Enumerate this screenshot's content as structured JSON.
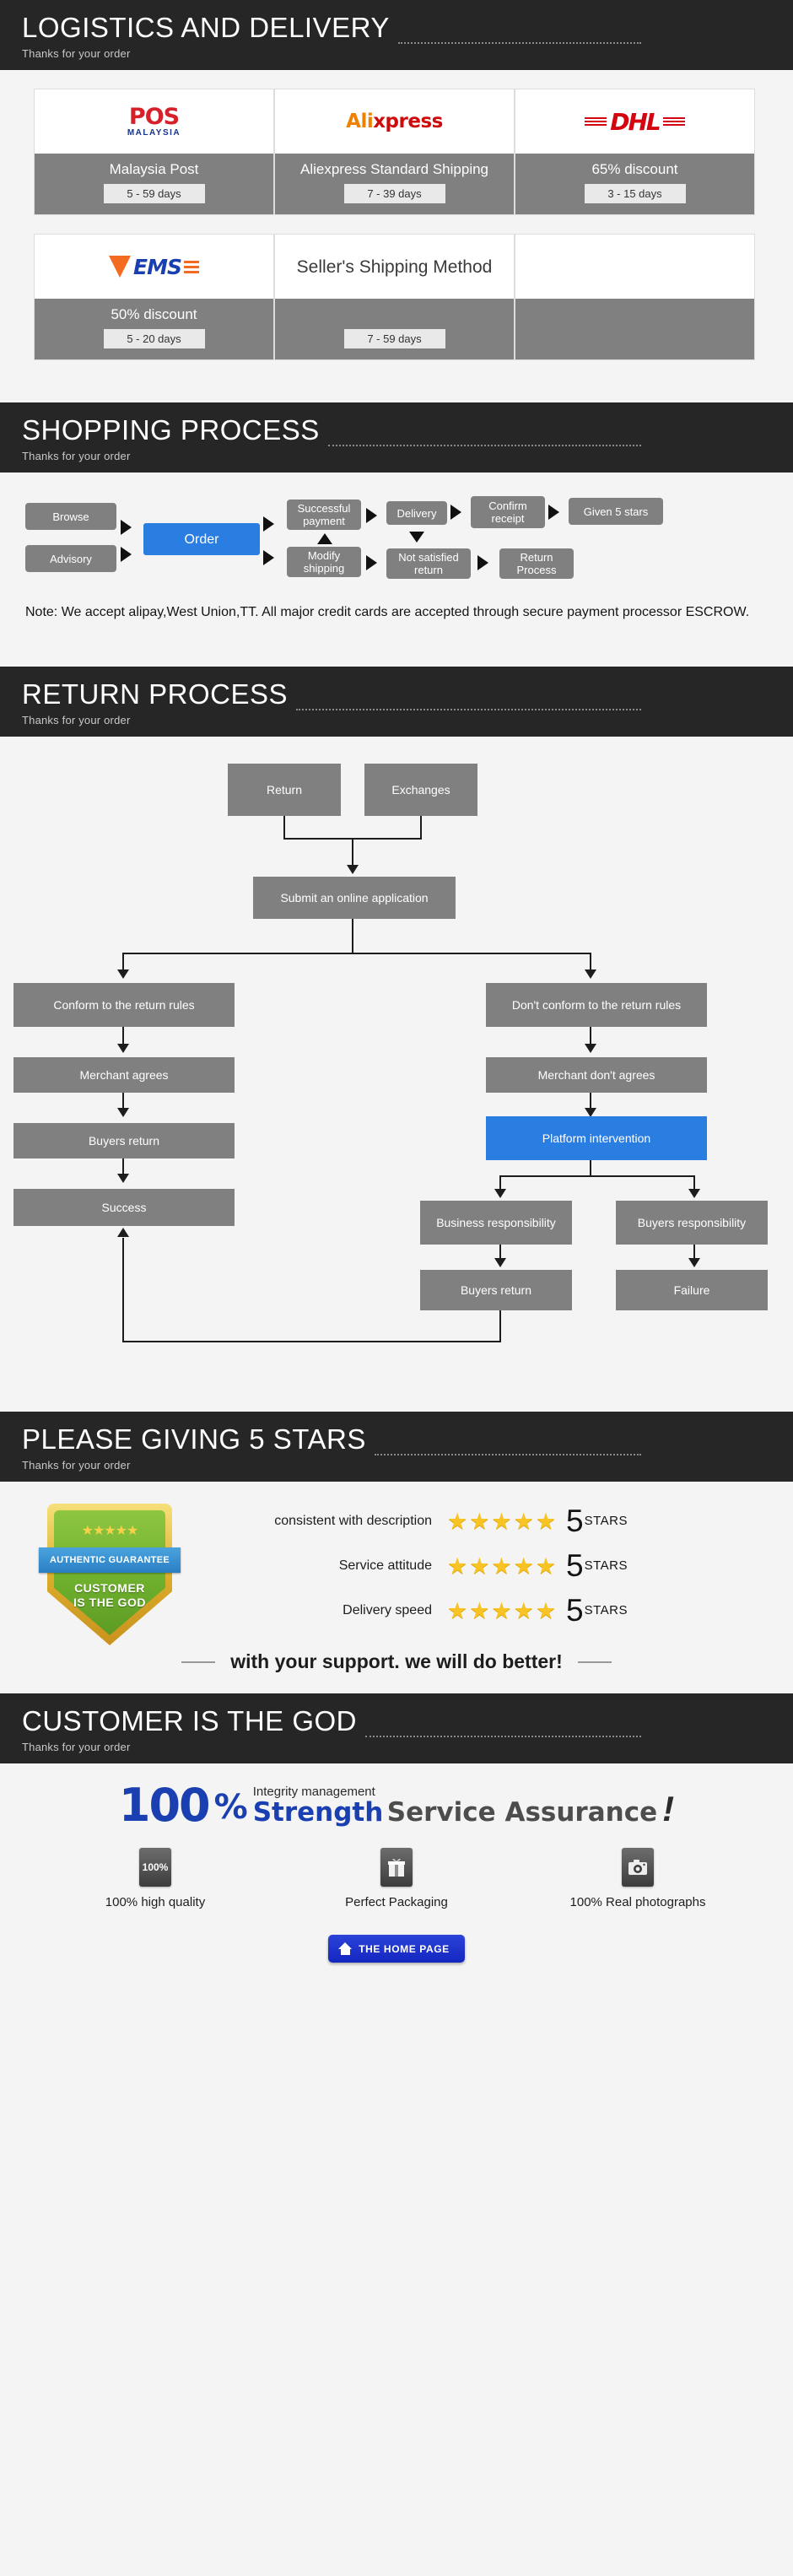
{
  "sections": {
    "logistics": {
      "title": "LOGISTICS AND DELIVERY",
      "subtitle": "Thanks for your order"
    },
    "shopping": {
      "title": "SHOPPING PROCESS",
      "subtitle": "Thanks for your order"
    },
    "return": {
      "title": "RETURN PROCESS",
      "subtitle": "Thanks for your order"
    },
    "stars": {
      "title": "PLEASE GIVING 5 STARS",
      "subtitle": "Thanks for your order"
    },
    "god": {
      "title": "CUSTOMER IS THE GOD",
      "subtitle": "Thanks for your order"
    }
  },
  "shipping": {
    "rows": [
      [
        {
          "logo": "pos-malaysia-logo",
          "logo_main": "POS",
          "logo_sub": "MALAYSIA",
          "name": "Malaysia Post",
          "days": "5 - 59 days"
        },
        {
          "logo": "aliexpress-logo",
          "logo_main": "Ali",
          "logo_sub": "xpress",
          "name": "Aliexpress Standard Shipping",
          "days": "7 - 39 days"
        },
        {
          "logo": "dhl-logo",
          "logo_main": "DHL",
          "logo_sub": "",
          "name": "65% discount",
          "days": "3 - 15 days"
        }
      ],
      [
        {
          "logo": "ems-logo",
          "logo_main": "EMS",
          "logo_sub": "",
          "name": "50% discount",
          "days": "5 - 20 days"
        },
        {
          "logo": "sellers-shipping-method-text",
          "logo_main": "Seller's Shipping Method",
          "logo_sub": "",
          "name": "",
          "days": "7 - 59 days"
        },
        {
          "logo": "",
          "logo_main": "",
          "logo_sub": "",
          "name": "",
          "days": ""
        }
      ]
    ]
  },
  "shopping_flow": {
    "nodes": {
      "browse": "Browse",
      "advisory": "Advisory",
      "order": "Order",
      "successful_payment": "Successful payment",
      "modify_shipping": "Modify shipping",
      "delivery": "Delivery",
      "confirm_receipt": "Confirm receipt",
      "given_5_stars": "Given 5 stars",
      "not_satisfied_return": "Not satisfied return",
      "return_process": "Return Process"
    },
    "note": "Note: We accept alipay,West Union,TT. All major credit cards are accepted through secure payment processor ESCROW."
  },
  "return_flow": {
    "nodes": {
      "return": "Return",
      "exchanges": "Exchanges",
      "submit_application": "Submit an online application",
      "conform": "Conform to the return rules",
      "dont_conform": "Don't conform to the return rules",
      "merchant_agrees": "Merchant agrees",
      "merchant_dont_agrees": "Merchant don't agrees",
      "buyers_return_left": "Buyers return",
      "platform_intervention": "Platform intervention",
      "success": "Success",
      "business_responsibility": "Business responsibility",
      "buyers_responsibility": "Buyers responsibility",
      "buyers_return_right": "Buyers return",
      "failure": "Failure"
    }
  },
  "ratings": {
    "badge": {
      "ribbon": "AUTHENTIC GUARANTEE",
      "line1": "CUSTOMER",
      "line2": "IS THE GOD",
      "stars": "★★★★★"
    },
    "rows": [
      {
        "label": "consistent with description",
        "stars": "★★★★★",
        "value": "5",
        "unit": "STARS"
      },
      {
        "label": "Service attitude",
        "stars": "★★★★★",
        "value": "5",
        "unit": "STARS"
      },
      {
        "label": "Delivery speed",
        "stars": "★★★★★",
        "value": "5",
        "unit": "STARS"
      }
    ],
    "support_text": "with your support. we will do better!"
  },
  "god_section": {
    "percent": "100",
    "percent_symbol": "%",
    "integrity": "Integrity management",
    "strength": "Strength",
    "service": "Service Assurance",
    "exclaim": "!",
    "features": [
      {
        "icon": "quality-100-icon",
        "icon_text": "100%",
        "label": "100% high quality"
      },
      {
        "icon": "gift-box-icon",
        "icon_text": "Ἰ1",
        "label": "Perfect Packaging"
      },
      {
        "icon": "camera-icon",
        "icon_text": "◎",
        "label": "100% Real photographs"
      }
    ],
    "home_button": "THE HOME PAGE"
  },
  "colors": {
    "banner_bg": "#262626",
    "node_gray": "#808080",
    "accent_blue": "#2a7de1",
    "page_bg": "#f4f4f4",
    "star_yellow": "#f7c325",
    "brand_blue": "#1a3fb0"
  }
}
